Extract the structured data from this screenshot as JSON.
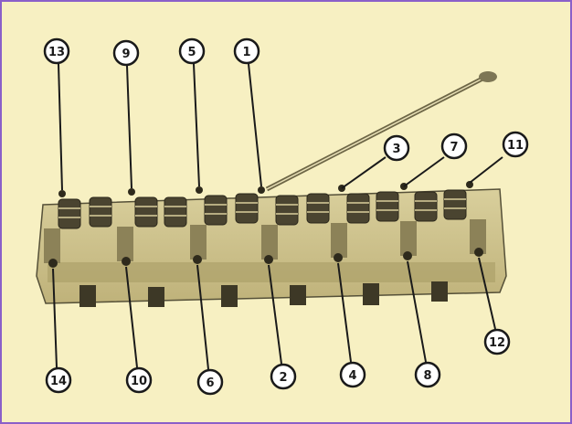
{
  "figure": {
    "background": "#f7f0c2",
    "frame_color": "#8a5fc9",
    "subject": "cylinder-head-bolt-tightening-sequence"
  },
  "callouts": {
    "c13": "13",
    "c9": "9",
    "c5": "5",
    "c1": "1",
    "c3": "3",
    "c7": "7",
    "c11": "11",
    "c14": "14",
    "c10": "10",
    "c6": "6",
    "c2": "2",
    "c4": "4",
    "c8": "8",
    "c12": "12"
  }
}
